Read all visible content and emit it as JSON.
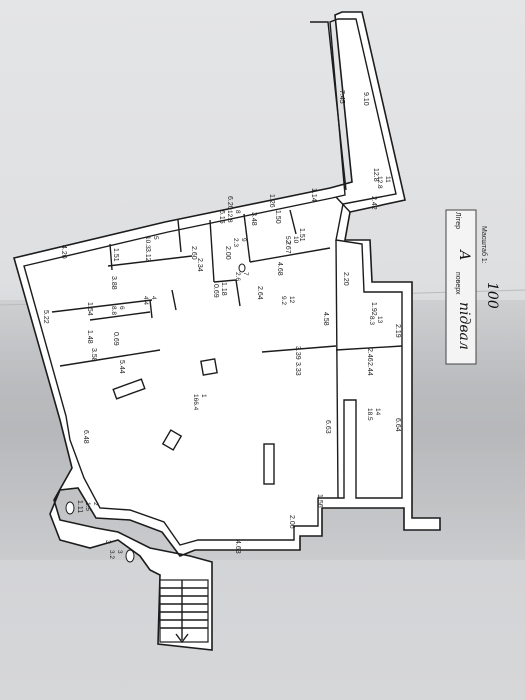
{
  "legend": {
    "scale_label": "Масштаб 1:",
    "scale_value": "100",
    "letter_label": "Літер",
    "letter_value": "А",
    "floor_label": "поверх",
    "floor_value": "підвал"
  },
  "stairs_mark": "3",
  "dimensions": [
    "7.45",
    "9.10",
    "2.42",
    "12.8",
    "6.20",
    "1.26",
    "1.14",
    "6.15",
    "3.48",
    "1.50",
    "4.20",
    "1.51",
    "3.12",
    "2.60",
    "2.00",
    "2.34",
    "1.51",
    "4.68",
    "2.20",
    "2.67",
    "3.88",
    "0.69",
    "2.64",
    "1.18",
    "1.92",
    "2.19",
    "4.58",
    "1.54",
    "1.48",
    "0.69",
    "5.22",
    "3.58",
    "5.44",
    "3.39",
    "3.33",
    "2.46",
    "2.44",
    "6.48",
    "6.63",
    "6.64",
    "1.56",
    "2.06",
    "4.63",
    "1.11"
  ],
  "rooms": [
    {
      "no": "1",
      "area": "166.4"
    },
    {
      "no": "14",
      "area": "18.5"
    },
    {
      "no": "13",
      "area": "8.3"
    },
    {
      "no": "12",
      "area": "9.2"
    },
    {
      "no": "11",
      "area": "12.8"
    },
    {
      "no": "8",
      "area": "12.8"
    },
    {
      "no": "5",
      "area": "10.3"
    },
    {
      "no": "6",
      "area": "8.8"
    },
    {
      "no": "9",
      "area": "2.3"
    },
    {
      "no": "10",
      "area": "5.7"
    },
    {
      "no": "7",
      "area": "2.6"
    },
    {
      "no": "4",
      "area": "4.4"
    },
    {
      "no": "2",
      "area": "1.5"
    },
    {
      "no": "3",
      "area": "3.2"
    }
  ]
}
